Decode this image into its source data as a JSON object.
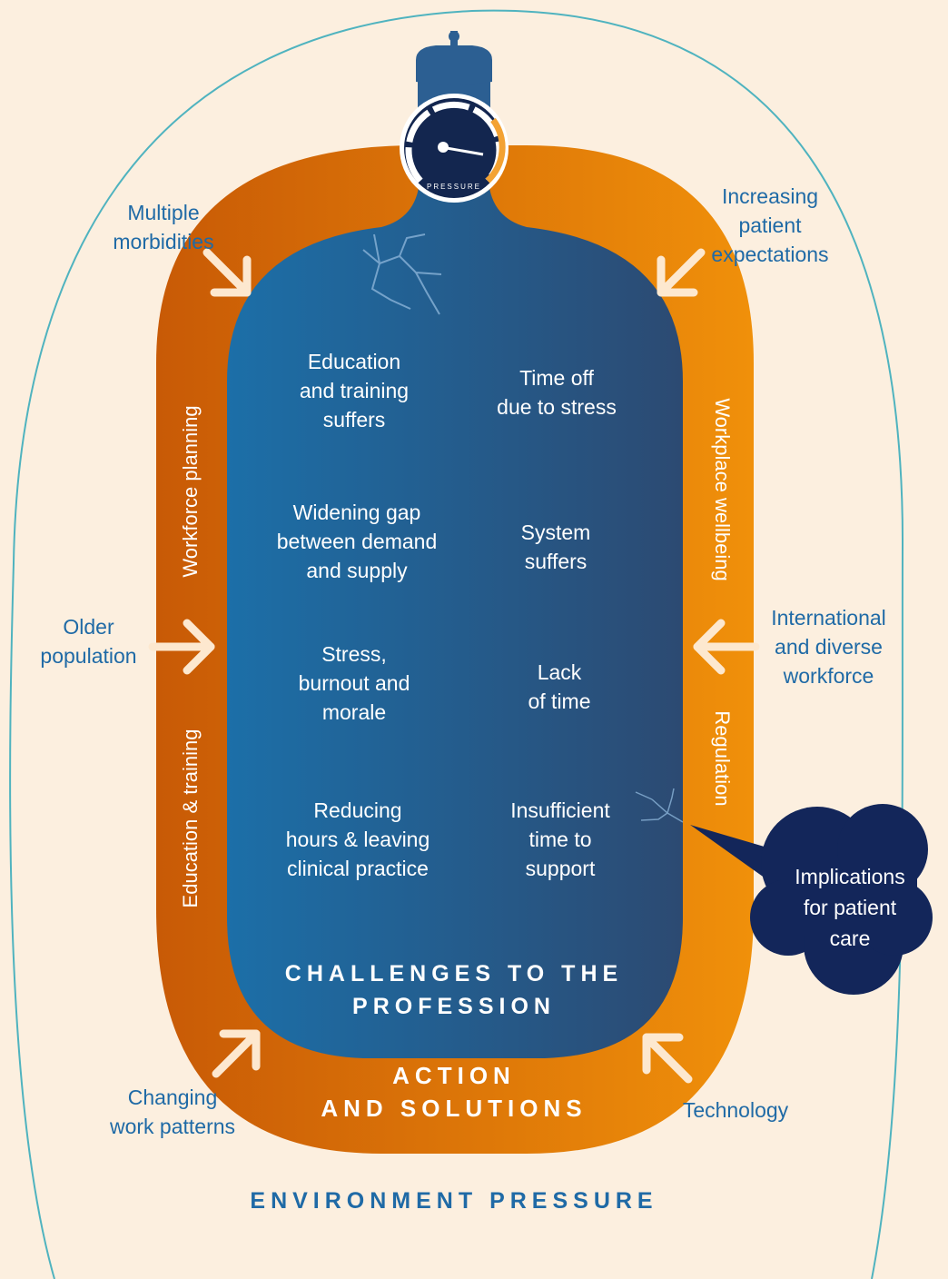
{
  "environment_title": "ENVIRONMENT PRESSURE",
  "gauge_label": "PRESSURE",
  "ring_title": "ACTION\nAND SOLUTIONS",
  "inner_title": "CHALLENGES TO THE\nPROFESSION",
  "outer_factors": {
    "top_left": "Multiple\nmorbidities",
    "top_right": "Increasing\npatient\nexpectations",
    "mid_left": "Older\npopulation",
    "mid_right": "International\nand diverse\nworkforce",
    "bottom_left": "Changing\nwork patterns",
    "bottom_right": "Technology"
  },
  "ring_labels": {
    "left_top": "Workforce planning",
    "left_bottom": "Education & training",
    "right_top": "Workplace wellbeing",
    "right_bottom": "Regulation"
  },
  "challenges": {
    "r1_left": "Education\nand training\nsuffers",
    "r1_right": "Time off\ndue to stress",
    "r2_left": "Widening gap\nbetween demand\nand supply",
    "r2_right": "System\nsuffers",
    "r3_left": "Stress,\nburnout and\nmorale",
    "r3_right": "Lack\nof time",
    "r4_left": "Reducing\nhours & leaving\nclinical practice",
    "r4_right": "Insufficient\ntime to\nsupport"
  },
  "callout": "Implications\nfor patient\ncare",
  "colors": {
    "background": "#fcefdf",
    "outline": "#4fb3bf",
    "ring_dark": "#c85a06",
    "ring_light": "#f0900a",
    "bottle_left": "#1c6fa8",
    "bottle_right": "#2c4a72",
    "outer_text": "#1f6aa6",
    "callout": "#13265a"
  }
}
